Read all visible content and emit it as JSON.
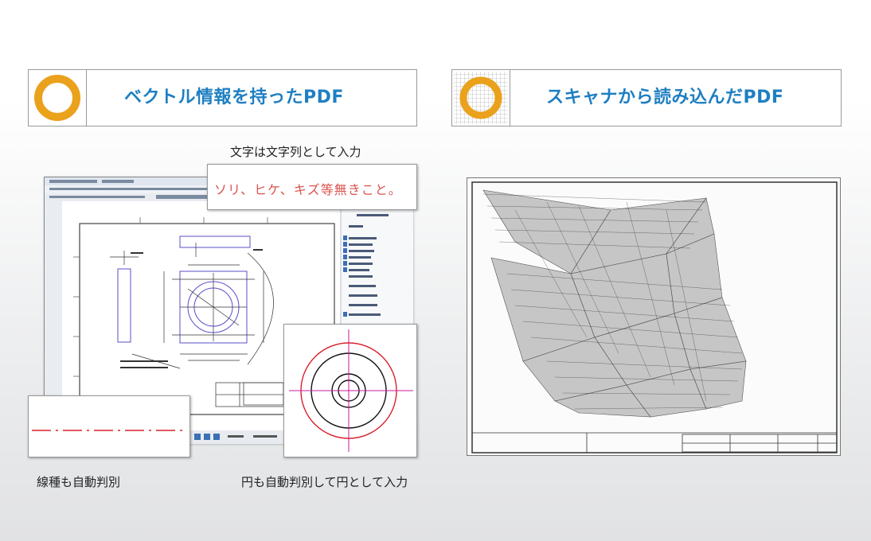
{
  "left_section": {
    "title": "ベクトル情報を持ったPDF",
    "icon": "orange-circle-icon",
    "captions": {
      "text_input": "文字は文字列として入力",
      "linetype": "線種も自動判別",
      "circle": "円も自動判別して円として入力"
    },
    "text_sample": "ソリ、ヒケ、キズ等無きこと。"
  },
  "right_section": {
    "title": "スキャナから読み込んだPDF",
    "icon": "orange-circle-on-grid-icon"
  },
  "colors": {
    "accent_orange": "#eaa11b",
    "title_blue": "#1e7fc2",
    "text_red": "#d9534f",
    "line_red": "#d8212b",
    "center_magenta": "#c8199a",
    "drawing_blue": "#5a4fc8"
  }
}
